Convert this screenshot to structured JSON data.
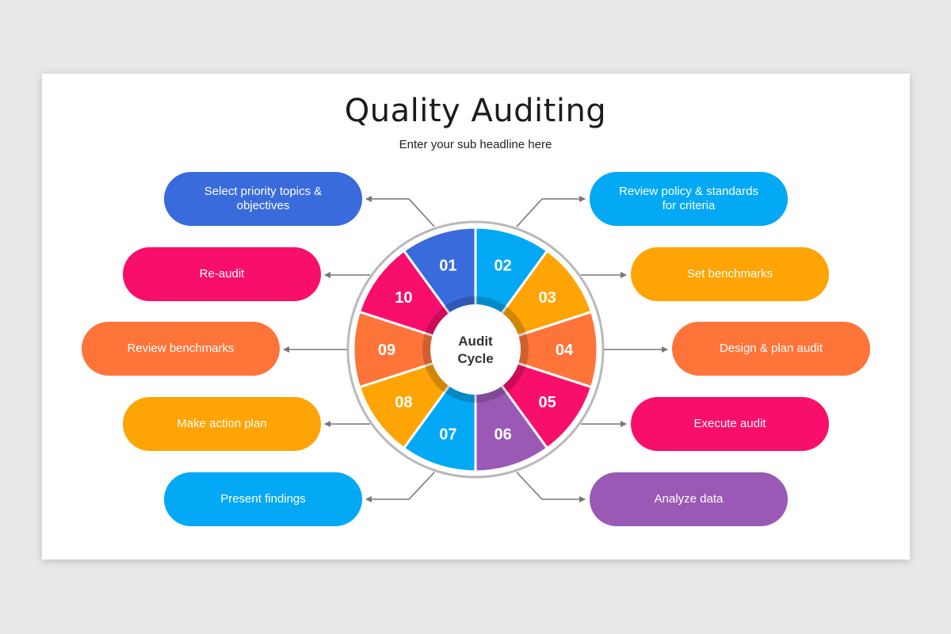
{
  "slide": {
    "title": "Quality Auditing",
    "subtitle": "Enter your sub headline here"
  },
  "cycle": {
    "center_line1": "Audit",
    "center_line2": "Cycle",
    "steps": [
      {
        "num": "01",
        "label": "Select priority topics &\nobjectives",
        "color": "#3a6bdc"
      },
      {
        "num": "02",
        "label": "Review policy & standards\nfor criteria",
        "color": "#03a9f4"
      },
      {
        "num": "03",
        "label": "Set benchmarks",
        "color": "#ffa405"
      },
      {
        "num": "04",
        "label": "Design & plan audit",
        "color": "#fe7439"
      },
      {
        "num": "05",
        "label": "Execute audit",
        "color": "#f80e6b"
      },
      {
        "num": "06",
        "label": "Analyze data",
        "color": "#9b59b6"
      },
      {
        "num": "07",
        "label": "Present findings",
        "color": "#03a9f4"
      },
      {
        "num": "08",
        "label": "Make action plan",
        "color": "#ffa405"
      },
      {
        "num": "09",
        "label": "Review benchmarks",
        "color": "#fe7439"
      },
      {
        "num": "10",
        "label": "Re-audit",
        "color": "#f80e6b"
      }
    ]
  }
}
